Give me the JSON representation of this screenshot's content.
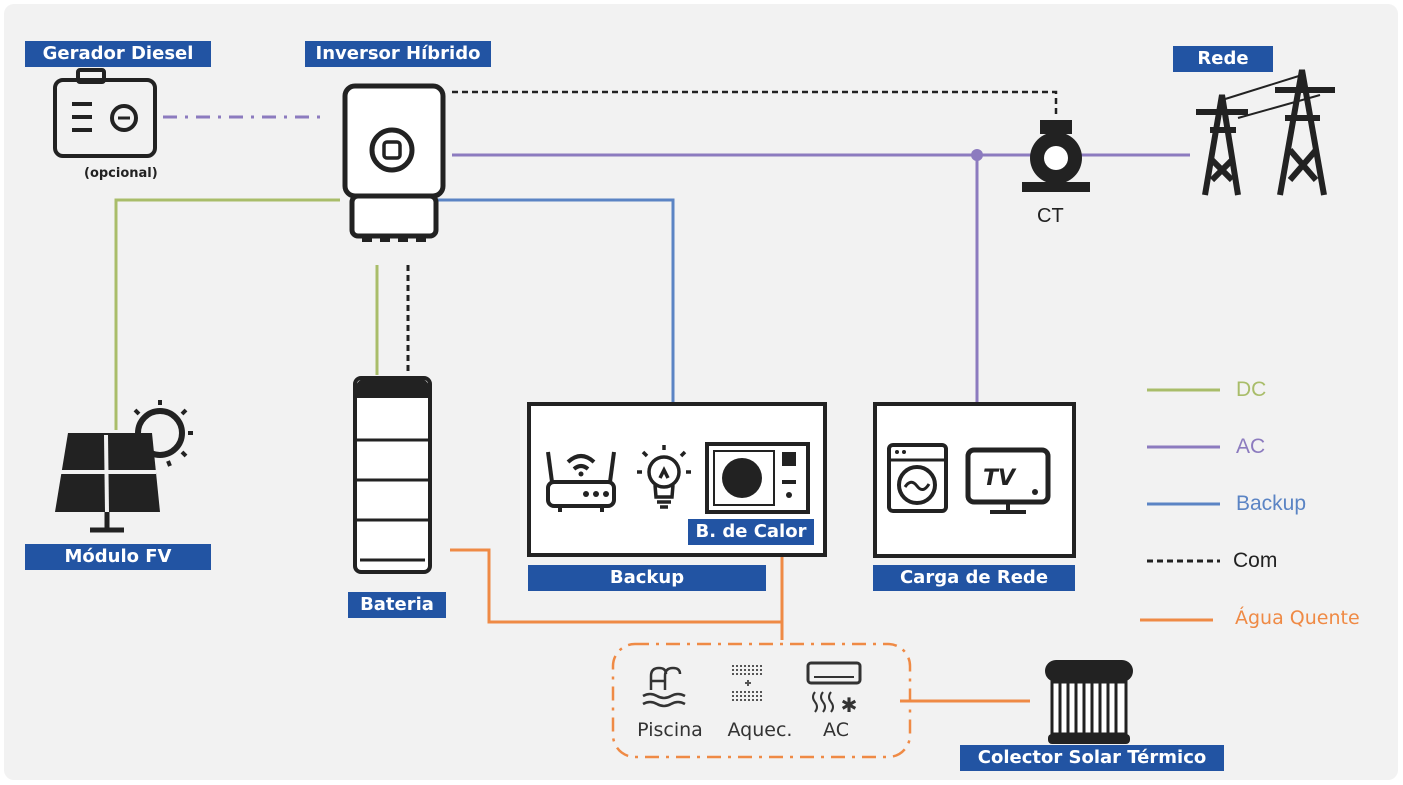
{
  "colors": {
    "dc": "#a9bd6a",
    "ac": "#8c7bbf",
    "backup": "#5b84c4",
    "com": "#222222",
    "hot_water": "#ef8a45",
    "tag_bg": "#2254a3",
    "canvas": "#f2f2f2"
  },
  "nodes": {
    "diesel": {
      "label": "Gerador Diesel",
      "note": "(opcional)",
      "icon": "generator-icon"
    },
    "inverter": {
      "label": "Inversor Híbrido",
      "icon": "hybrid-inverter-icon"
    },
    "grid": {
      "label": "Rede",
      "icon": "power-tower-icon"
    },
    "ct": {
      "label": "CT",
      "icon": "current-transformer-icon"
    },
    "pv": {
      "label": "Módulo FV",
      "icon": "solar-panel-icon"
    },
    "battery": {
      "label": "Bateria",
      "icon": "battery-stack-icon"
    },
    "backup": {
      "label": "Backup",
      "icons": [
        "router-icon",
        "light-bulb-icon",
        "heat-pump-icon"
      ]
    },
    "heat_pump": {
      "label": "B. de  Calor"
    },
    "grid_load": {
      "label": "Carga de Rede",
      "icons": [
        "washing-machine-icon",
        "tv-icon"
      ]
    },
    "solar_thermal": {
      "label": "Colector Solar Térmico",
      "icon": "solar-collector-icon"
    }
  },
  "hot_water_loads": [
    {
      "label": "Piscina",
      "icon": "pool-icon"
    },
    {
      "label": "Aquec.",
      "icon": "floor-heating-icon"
    },
    {
      "label": "AC",
      "icon": "air-conditioner-icon"
    }
  ],
  "legend": [
    {
      "label": "DC",
      "style": "solid",
      "color": "#a9bd6a"
    },
    {
      "label": "AC",
      "style": "solid",
      "color": "#8c7bbf"
    },
    {
      "label": "Backup",
      "style": "solid",
      "color": "#5b84c4"
    },
    {
      "label": "Com",
      "style": "dashed",
      "color": "#222222"
    },
    {
      "label": "Água Quente",
      "style": "solid",
      "color": "#ef8a45"
    }
  ]
}
